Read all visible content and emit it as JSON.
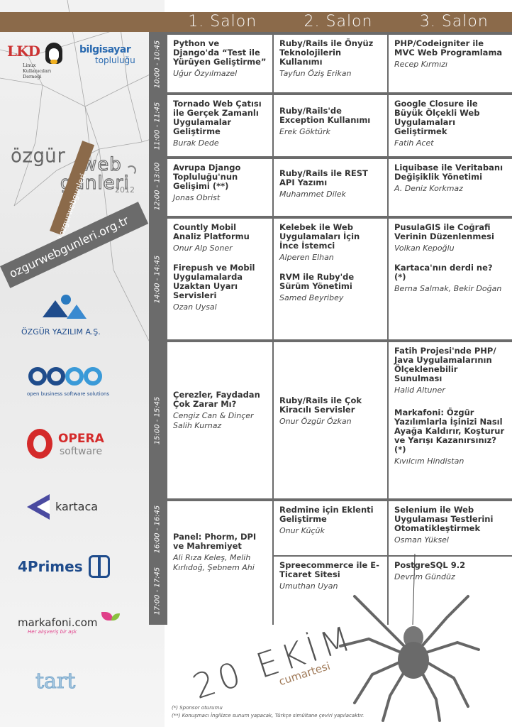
{
  "salons": [
    "1. Salon",
    "2. Salon",
    "3. Salon"
  ],
  "times": [
    "10:00 - 10:45",
    "11:00 - 11:45",
    "12:00 - 13:00",
    "14:00 - 14:45",
    "15:00 - 15:45",
    "16:00 - 16:45",
    "17:00 - 17:45"
  ],
  "sessions": {
    "s1_c1": {
      "title": "Python ve Django'da “Test ile Yürüyen Geliştirme”",
      "speaker": "Uğur Özyılmazel"
    },
    "s1_c2": {
      "title": "Ruby/Rails ile Önyüz Teknolojilerin Kullanımı",
      "speaker": "Tayfun Öziş Erikan"
    },
    "s1_c3": {
      "title": "PHP/Codeigniter ile MVC Web Programlama",
      "speaker": "Recep Kırmızı"
    },
    "s2_c1": {
      "title": "Tornado Web Çatısı ile Gerçek Zamanlı Uygulamalar Geliştirme",
      "speaker": "Burak Dede"
    },
    "s2_c2": {
      "title": "Ruby/Rails'de Exception Kullanımı",
      "speaker": "Erek Göktürk"
    },
    "s2_c3": {
      "title": "Google Closure ile Büyük Ölçekli Web Uygulamaları Geliştirmek",
      "speaker": "Fatih Acet"
    },
    "s3_c1": {
      "title": "Avrupa Django Topluluğu'nun Gelişimi (**)",
      "speaker": "Jonas Obrist"
    },
    "s3_c2": {
      "title": "Ruby/Rails ile REST API Yazımı",
      "speaker": "Muhammet Dilek"
    },
    "s3_c3": {
      "title": "Liquibase ile Veritabanı Değişiklik Yönetimi",
      "speaker": "A. Deniz Korkmaz"
    },
    "s4_c1a": {
      "title": "Countly Mobil Analiz Platformu",
      "speaker": "Onur Alp Soner"
    },
    "s4_c1b": {
      "title": "Firepush ve Mobil Uygulamalarda Uzaktan Uyarı Servisleri",
      "speaker": "Ozan Uysal"
    },
    "s4_c2a": {
      "title": "Kelebek ile Web Uygulamaları İçin İnce İstemci",
      "speaker": "Alperen Elhan"
    },
    "s4_c2b": {
      "title": "RVM ile Ruby'de Sürüm Yönetimi",
      "speaker": "Samed Beyribey"
    },
    "s4_c3a": {
      "title": "PusulaGIS ile Coğrafi Verinin Düzenlenmesi",
      "speaker": "Volkan Kepoğlu"
    },
    "s4_c3b": {
      "title": "Kartaca'nın derdi ne? (*)",
      "speaker": "Berna Salmak, Bekir Doğan"
    },
    "s5_c1": {
      "title": "Çerezler, Faydadan Çok Zarar Mı?",
      "speaker": "Cengiz Can & Dinçer Salih Kurnaz"
    },
    "s5_c2": {
      "title": "Ruby/Rails ile Çok Kiracılı Servisler",
      "speaker": "Onur Özgür Özkan"
    },
    "s5_c3a": {
      "title": "Fatih Projesi'nde PHP/ Java Uygulamalarının Ölçeklenebilir Sunulması",
      "speaker": "Halid Altuner"
    },
    "s5_c3b": {
      "title": "Markafoni: Özgür Yazılımlarla İşinizi Nasıl Ayağa Kaldırır, Koşturur ve Yarışı Kazanırsınız? (*)",
      "speaker": "Kıvılcım Hindistan"
    },
    "s6_c1": {
      "title": "Panel: Phorm, DPI ve Mahremiyet",
      "speaker": "Ali Rıza Keleş, Melih Kırlıdoğ, Şebnem Ahi"
    },
    "s6_c2": {
      "title": "Redmine için Eklenti Geliştirme",
      "speaker": "Onur Küçük"
    },
    "s6_c3": {
      "title": "Selenium ile Web Uygulaması Testlerini Otomatikleştirmek",
      "speaker": "Osman Yüksel"
    },
    "s7_c2": {
      "title": "Spreecommerce ile E-Ticaret Sitesi",
      "speaker": "Umuthan Uyan"
    },
    "s7_c3": {
      "title": "PostgreSQL 9.2",
      "speaker": "Devrim Gündüz"
    }
  },
  "branding": {
    "event_line1": "özgür",
    "event_line2": "web",
    "event_line3": "günleri",
    "event_year": "2012",
    "hashtag": "#ozgurwebgunleri",
    "website": "ozgurwebgunleri.org.tr",
    "lkd_name": "LKD",
    "lkd_sub": "Linux Kullanıcıları Derneği",
    "org2_line1": "bilgisayar",
    "org2_line2": "topluluğu",
    "ozgur_yazilim": "ÖZGÜR YAZILIM A.Ş.",
    "obss_tagline": "open business software solutions",
    "opera": "OPERA",
    "opera_sub": "software",
    "kartaca": "kartaca",
    "fourprimes": "4Primes",
    "markafoni": "markafoni.com",
    "markafoni_tag": "Her alışveriş bir aşk",
    "tart": "tart"
  },
  "date": "20 EKİM",
  "day": "cumartesi",
  "footnotes": [
    "(*) Sponsor oturumu",
    "(**) Konuşmacı İngilizce sunum yapacak, Türkçe simültane çeviri yapılacaktır."
  ],
  "colors": {
    "header": "#8b6a4a",
    "axis": "#6b6b6b",
    "accent": "#a07a58"
  }
}
